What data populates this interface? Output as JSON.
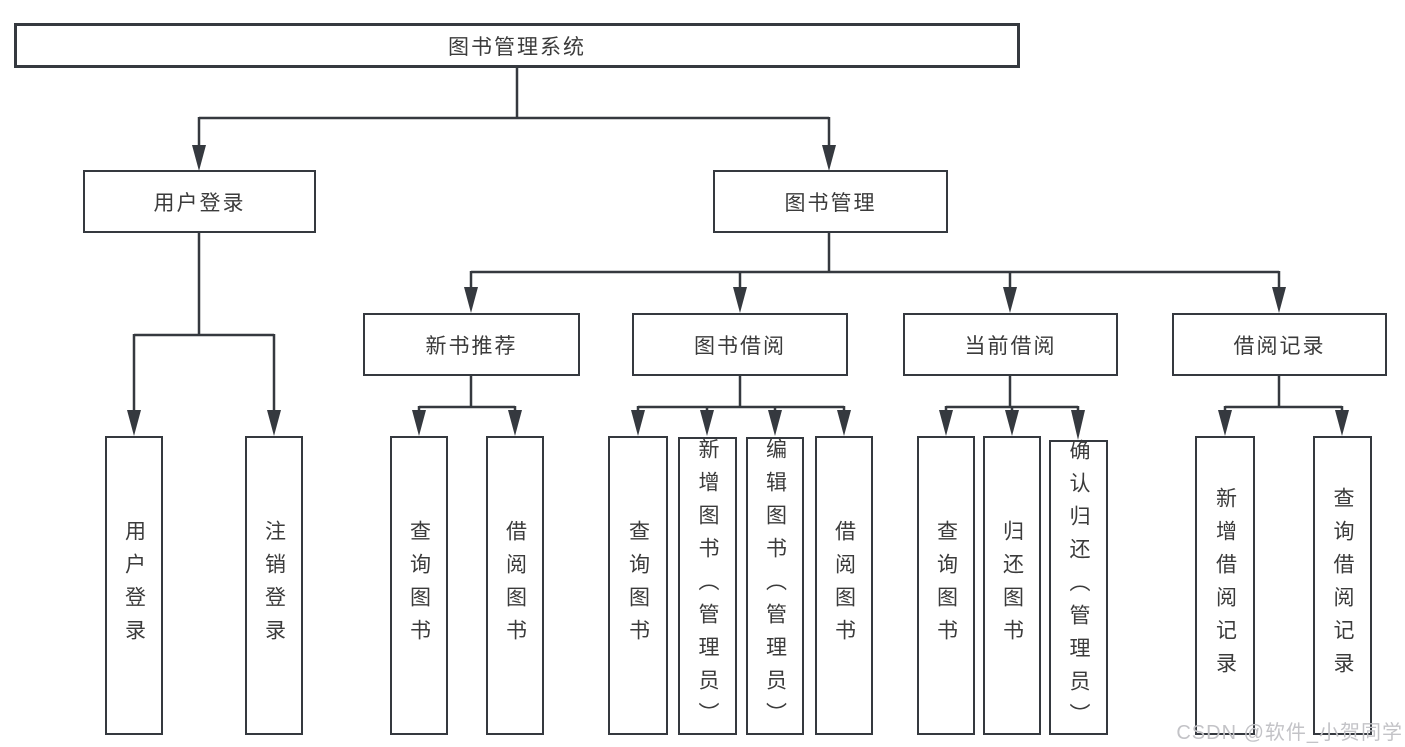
{
  "diagram": {
    "title_node": "图书管理系统",
    "nodes": {
      "root": "图书管理系统",
      "user_login_group": "用户登录",
      "book_mgmt_group": "图书管理",
      "new_book": "新书推荐",
      "book_borrow": "图书借阅",
      "current_borrow": "当前借阅",
      "borrow_record": "借阅记录",
      "user_leaves": [
        "用户登录",
        "注销登录"
      ],
      "new_book_leaves": [
        "查询图书",
        "借阅图书"
      ],
      "book_borrow_leaves": [
        "查询图书",
        "新增图书（管理员）",
        "编辑图书（管理员）",
        "借阅图书"
      ],
      "current_borrow_leaves": [
        "查询图书",
        "归还图书",
        "确认归还（管理员）"
      ],
      "borrow_record_leaves": [
        "新增借阅记录",
        "查询借阅记录"
      ]
    },
    "colors": {
      "line": "#35393f",
      "box_background": "#ffffff",
      "text": "#3b3b3b",
      "watermark_text": "#c3c3c7",
      "page_background": "#ffffff"
    }
  },
  "watermark": "CSDN @软件_小贺同学"
}
